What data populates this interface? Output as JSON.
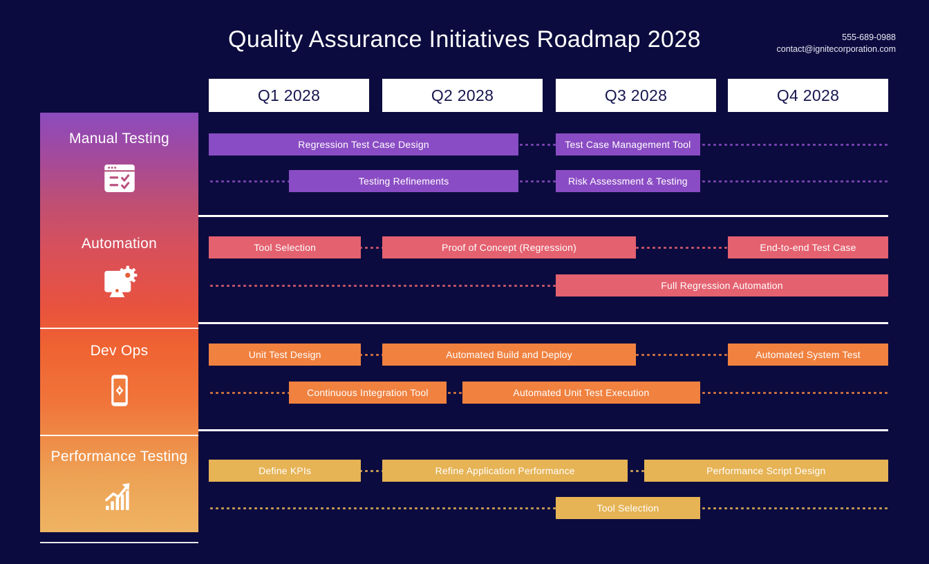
{
  "header": {
    "title": "Quality Assurance Initiatives Roadmap 2028",
    "phone": "555-689-0988",
    "email": "contact@ignitecorporation.com"
  },
  "quarters": [
    {
      "label": "Q1 2028"
    },
    {
      "label": "Q2 2028"
    },
    {
      "label": "Q3 2028"
    },
    {
      "label": "Q4 2028"
    }
  ],
  "colors": {
    "background": "#0b0b3f",
    "header_box": "#ffffff",
    "header_text": "#15154d",
    "manual_testing": "#8a4cc4",
    "automation": "#e4616f",
    "dev_ops": "#f0813f",
    "performance_testing": "#e6b355",
    "divider": "#ffffff"
  },
  "categories": [
    {
      "name": "Manual Testing",
      "icon": "checklist-window-icon",
      "color": "#8a4cc4",
      "tasks": [
        {
          "label": "Regression Test Case Design",
          "lane": 0
        },
        {
          "label": "Test Case Management Tool",
          "lane": 0
        },
        {
          "label": "Testing Refinements",
          "lane": 1
        },
        {
          "label": "Risk Assessment & Testing",
          "lane": 1
        }
      ]
    },
    {
      "name": "Automation",
      "icon": "monitor-gear-icon",
      "color": "#e4616f",
      "tasks": [
        {
          "label": "Tool Selection",
          "lane": 0
        },
        {
          "label": "Proof of Concept (Regression)",
          "lane": 0
        },
        {
          "label": "End-to-end Test Case",
          "lane": 0
        },
        {
          "label": "Full Regression Automation",
          "lane": 1
        }
      ]
    },
    {
      "name": "Dev Ops",
      "icon": "mobile-code-icon",
      "color": "#f0813f",
      "tasks": [
        {
          "label": "Unit Test Design",
          "lane": 0
        },
        {
          "label": "Automated Build and Deploy",
          "lane": 0
        },
        {
          "label": "Automated System Test",
          "lane": 0
        },
        {
          "label": "Continuous Integration Tool",
          "lane": 1
        },
        {
          "label": "Automated Unit Test Execution",
          "lane": 1
        }
      ]
    },
    {
      "name": "Performance Testing",
      "icon": "growth-chart-icon",
      "color": "#e6b355",
      "tasks": [
        {
          "label": "Define KPIs",
          "lane": 0
        },
        {
          "label": "Refine Application Performance",
          "lane": 0
        },
        {
          "label": "Performance Script Design",
          "lane": 0
        },
        {
          "label": "Tool Selection",
          "lane": 1
        }
      ]
    }
  ],
  "chart_data": {
    "type": "bar",
    "title": "Quality Assurance Initiatives Roadmap 2028",
    "xlabel": "",
    "ylabel": "",
    "categories": [
      "Q1 2028",
      "Q2 2028",
      "Q3 2028",
      "Q4 2028"
    ],
    "series": [
      {
        "name": "Manual Testing",
        "color": "#8a4cc4",
        "values": [
          {
            "label": "Regression Test Case Design",
            "lane": 0,
            "start_q": 1.0,
            "end_q": 2.85
          },
          {
            "label": "Test Case Management Tool",
            "lane": 0,
            "start_q": 3.0,
            "end_q": 3.9
          },
          {
            "label": "Testing Refinements",
            "lane": 1,
            "start_q": 1.5,
            "end_q": 2.85
          },
          {
            "label": "Risk Assessment & Testing",
            "lane": 1,
            "start_q": 3.0,
            "end_q": 3.9
          }
        ]
      },
      {
        "name": "Automation",
        "color": "#e4616f",
        "values": [
          {
            "label": "Tool Selection",
            "lane": 0,
            "start_q": 1.0,
            "end_q": 1.95
          },
          {
            "label": "Proof of Concept (Regression)",
            "lane": 0,
            "start_q": 2.0,
            "end_q": 3.5
          },
          {
            "label": "End-to-end Test Case",
            "lane": 0,
            "start_q": 4.0,
            "end_q": 5.0
          },
          {
            "label": "Full Regression Automation",
            "lane": 1,
            "start_q": 3.0,
            "end_q": 5.0
          }
        ]
      },
      {
        "name": "Dev Ops",
        "color": "#f0813f",
        "values": [
          {
            "label": "Unit Test Design",
            "lane": 0,
            "start_q": 1.0,
            "end_q": 1.95
          },
          {
            "label": "Automated Build and Deploy",
            "lane": 0,
            "start_q": 2.0,
            "end_q": 3.5
          },
          {
            "label": "Automated System Test",
            "lane": 0,
            "start_q": 4.0,
            "end_q": 5.0
          },
          {
            "label": "Continuous Integration Tool",
            "lane": 1,
            "start_q": 1.5,
            "end_q": 2.4
          },
          {
            "label": "Automated Unit Test Execution",
            "lane": 1,
            "start_q": 2.5,
            "end_q": 3.9
          }
        ]
      },
      {
        "name": "Performance Testing",
        "color": "#e6b355",
        "values": [
          {
            "label": "Define KPIs",
            "lane": 0,
            "start_q": 1.0,
            "end_q": 1.95
          },
          {
            "label": "Refine Application Performance",
            "lane": 0,
            "start_q": 2.0,
            "end_q": 3.45
          },
          {
            "label": "Performance Script Design",
            "lane": 0,
            "start_q": 3.55,
            "end_q": 5.0
          },
          {
            "label": "Tool Selection",
            "lane": 1,
            "start_q": 3.0,
            "end_q": 3.9
          }
        ]
      }
    ]
  }
}
